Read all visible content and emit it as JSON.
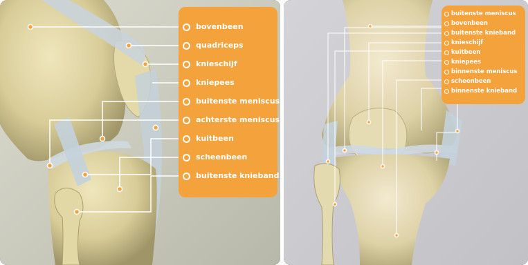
{
  "left_panel": {
    "labels": [
      "bovenbeen",
      "quadriceps",
      "knieschijf",
      "kniepees",
      "buitenste meniscus",
      "achterste meniscus",
      "kuitbeen",
      "scheenbeen",
      "buitenste knieband"
    ]
  },
  "right_panel": {
    "labels": [
      "buitenste meniscus",
      "bovenbeen",
      "buitenste knieband",
      "knieschijf",
      "kuitbeen",
      "kniepees",
      "binnenste meniscus",
      "scheenbeen",
      "binnenste knieband"
    ]
  },
  "colors": {
    "label_box": "#f4a23c",
    "bone": "#ddd3a3",
    "ligament": "#c4d1db",
    "background": "#000000",
    "leader_line": "#ffffff"
  }
}
